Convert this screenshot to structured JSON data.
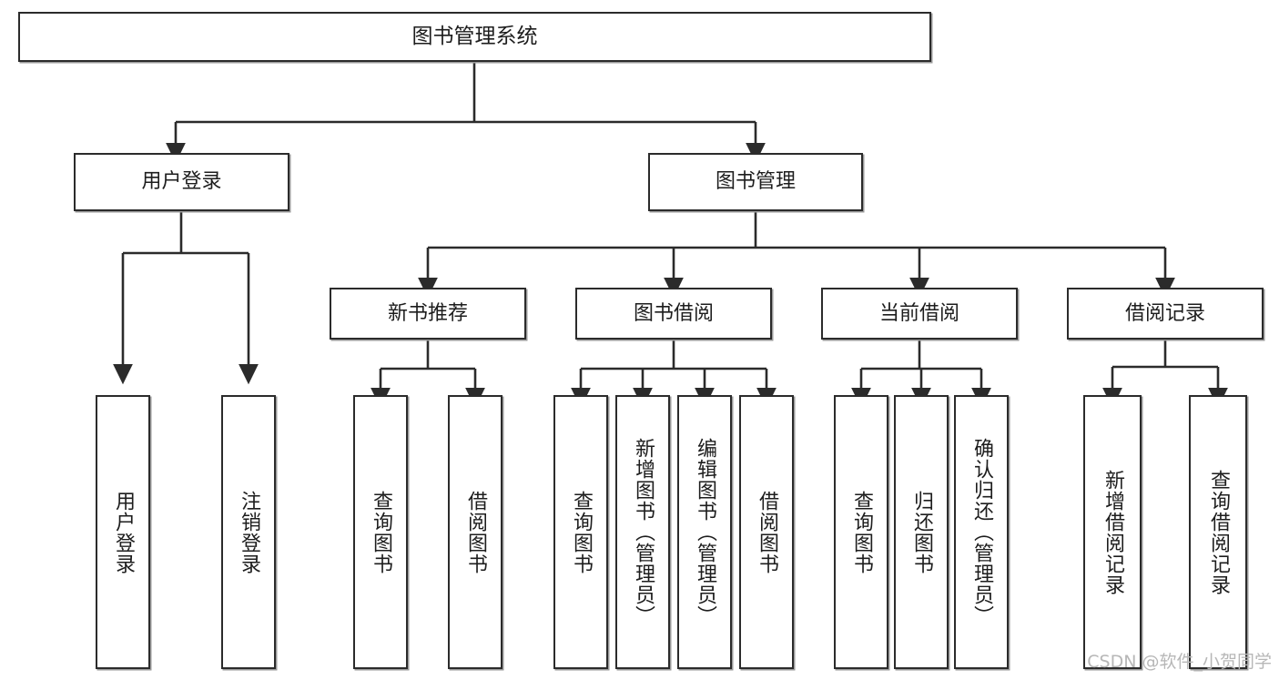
{
  "diagram": {
    "title": "图书管理系统",
    "type": "tree-hierarchy",
    "watermark": "CSDN @软件_小贺同学",
    "colors": {
      "box_border": "#2b2b2b",
      "box_fill": "#ffffff",
      "edge": "#2b2b2b",
      "shadow": "#9a9a9a",
      "text": "#1d1d1d",
      "watermark": "#b7b7b7"
    },
    "nodes": {
      "root": {
        "label": "图书管理系统"
      },
      "level2": [
        {
          "label": "用户登录"
        },
        {
          "label": "图书管理"
        }
      ],
      "level3": [
        {
          "label": "新书推荐"
        },
        {
          "label": "图书借阅"
        },
        {
          "label": "当前借阅"
        },
        {
          "label": "借阅记录"
        }
      ],
      "leaves": {
        "user_login": [
          {
            "label": "用户登录"
          },
          {
            "label": "注销登录"
          }
        ],
        "new_book_recommend": [
          {
            "label": "查询图书"
          },
          {
            "label": "借阅图书"
          }
        ],
        "book_borrow": [
          {
            "label": "查询图书"
          },
          {
            "label": "新增图书（管理员）"
          },
          {
            "label": "编辑图书（管理员）"
          },
          {
            "label": "借阅图书"
          }
        ],
        "current_borrow": [
          {
            "label": "查询图书"
          },
          {
            "label": "归还图书"
          },
          {
            "label": "确认归还（管理员）"
          }
        ],
        "borrow_record": [
          {
            "label": "新增借阅记录"
          },
          {
            "label": "查询借阅记录"
          }
        ]
      }
    }
  }
}
